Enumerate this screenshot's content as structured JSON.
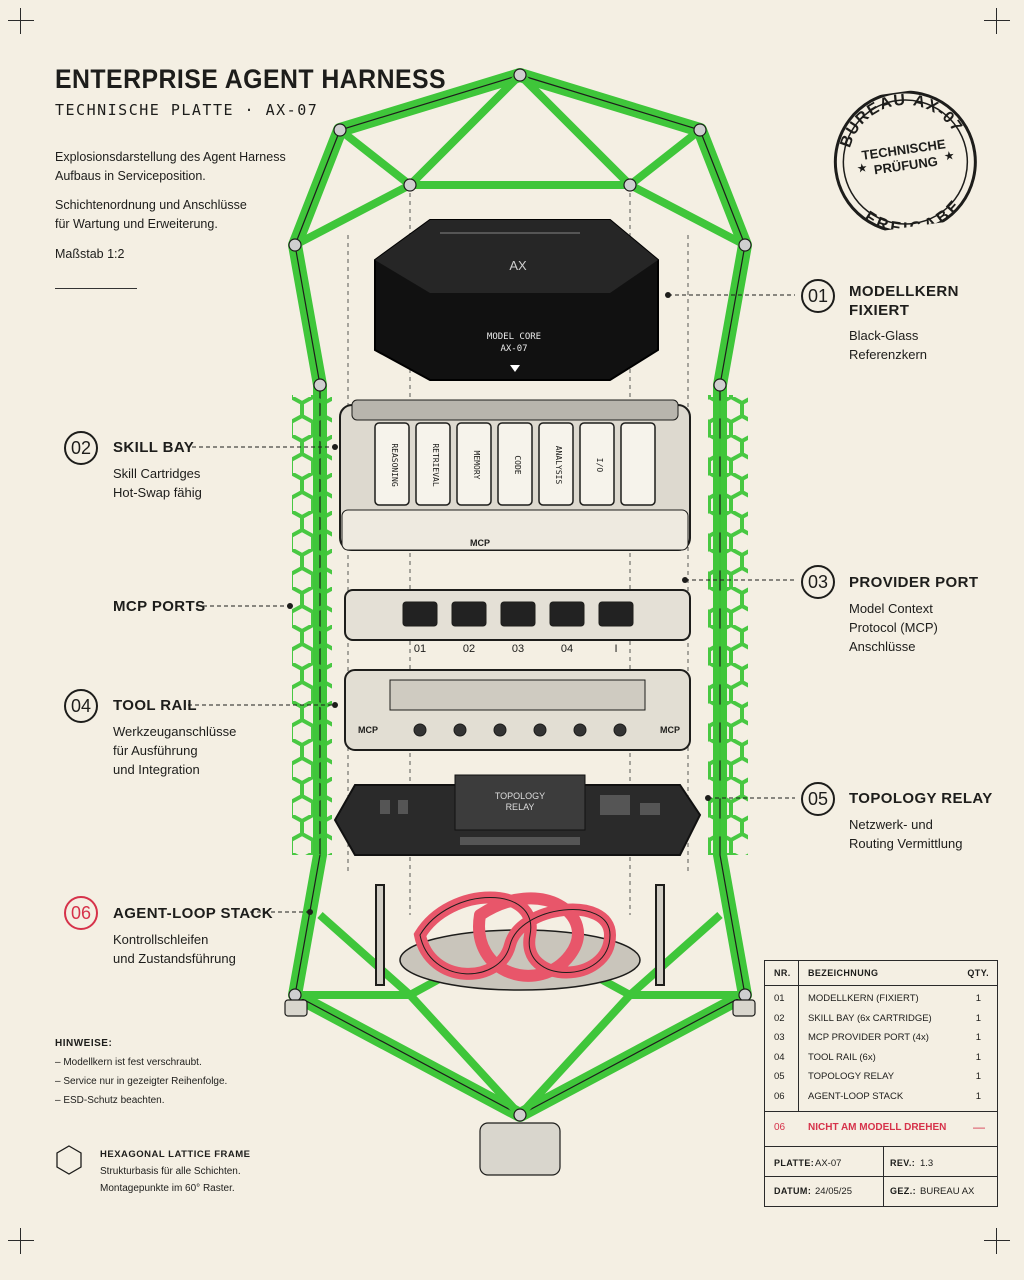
{
  "header": {
    "title": "ENTERPRISE AGENT HARNESS",
    "subtitle": "TECHNISCHE PLATTE · AX-07"
  },
  "intro": {
    "line1": "Explosionsdarstellung des Agent Harness",
    "line2": "Aufbaus in Serviceposition.",
    "line3": "Schichtenordnung und Anschlüsse",
    "line4": "für Wartung und Erweiterung.",
    "scale": "Maßstab 1:2"
  },
  "stamp": {
    "top": "BUREAU AX-07",
    "middle1": "TECHNISCHE",
    "middle2": "PRÜFUNG",
    "bottom": "FREIGABE"
  },
  "callouts": {
    "c01": {
      "num": "01",
      "title1": "MODELLKERN",
      "title2": "FIXIERT",
      "desc1": "Black-Glass",
      "desc2": "Referenzkern"
    },
    "c02": {
      "num": "02",
      "title": "SKILL BAY",
      "desc1": "Skill Cartridges",
      "desc2": "Hot-Swap fähig"
    },
    "mcp": {
      "title": "MCP PORTS"
    },
    "c03": {
      "num": "03",
      "title": "PROVIDER PORT",
      "desc1": "Model Context",
      "desc2": "Protocol (MCP)",
      "desc3": "Anschlüsse"
    },
    "c04": {
      "num": "04",
      "title": "TOOL RAIL",
      "desc1": "Werkzeuganschlüsse",
      "desc2": "für Ausführung",
      "desc3": "und Integration"
    },
    "c05": {
      "num": "05",
      "title": "TOPOLOGY RELAY",
      "desc1": "Netzwerk- und",
      "desc2": "Routing Vermittlung"
    },
    "c06": {
      "num": "06",
      "title": "AGENT-LOOP STACK",
      "desc1": "Kontrollschleifen",
      "desc2": "und Zustandsführung"
    }
  },
  "device": {
    "core_logo": "AX",
    "core_label1": "MODEL CORE",
    "core_label2": "AX-07",
    "cartridges": [
      "REASONING",
      "RETRIEVAL",
      "MEMORY",
      "CODE",
      "ANALYSIS",
      "I/O",
      ""
    ],
    "skillbay_label": "MCP",
    "port_labels": [
      "01",
      "02",
      "03",
      "04",
      "I"
    ],
    "tool_rail_left": "MCP",
    "tool_rail_right": "MCP",
    "relay_label1": "TOPOLOGY",
    "relay_label2": "RELAY"
  },
  "notes": {
    "heading": "HINWEISE:",
    "items": [
      "– Modellkern ist fest verschraubt.",
      "– Service nur in gezeigter Reihenfolge.",
      "– ESD-Schutz beachten."
    ]
  },
  "legend": {
    "title": "HEXAGONAL LATTICE FRAME",
    "line1": "Strukturbasis für alle Schichten.",
    "line2": "Montagepunkte im 60° Raster."
  },
  "parts_table": {
    "headers": {
      "nr": "NR.",
      "name": "BEZEICHNUNG",
      "qty": "QTY."
    },
    "rows": [
      {
        "nr": "01",
        "name": "MODELLKERN (FIXIERT)",
        "qty": "1"
      },
      {
        "nr": "02",
        "name": "SKILL BAY (6x CARTRIDGE)",
        "qty": "1"
      },
      {
        "nr": "03",
        "name": "MCP PROVIDER PORT (4x)",
        "qty": "1"
      },
      {
        "nr": "04",
        "name": "TOOL RAIL (6x)",
        "qty": "1"
      },
      {
        "nr": "05",
        "name": "TOPOLOGY RELAY",
        "qty": "1"
      },
      {
        "nr": "06",
        "name": "AGENT-LOOP STACK",
        "qty": "1"
      }
    ],
    "warning": {
      "nr": "06",
      "text": "NICHT AM MODELL DREHEN",
      "mark": "—"
    },
    "footer": {
      "plate_label": "PLATTE:",
      "plate_value": "AX-07",
      "rev_label": "REV.:",
      "rev_value": "1.3",
      "date_label": "DATUM:",
      "date_value": "24/05/25",
      "drawn_label": "GEZ.:",
      "drawn_value": "BUREAU AX"
    }
  },
  "colors": {
    "paper": "#f4efe3",
    "ink": "#1d1d1b",
    "frame_green": "#3fc63a",
    "accent_red": "#d6324a",
    "loop_red": "#e8566a"
  }
}
